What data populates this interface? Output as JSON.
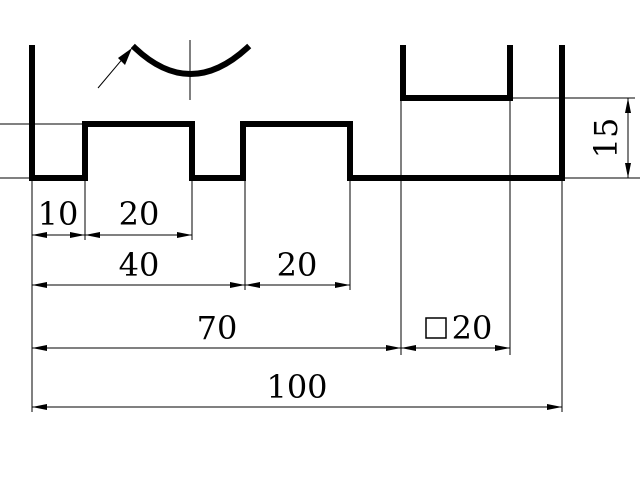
{
  "dimensions": {
    "d10": "10",
    "d20_slot": "20",
    "d40": "40",
    "d20_second": "20",
    "d70": "70",
    "d20_square": "20",
    "d100": "100",
    "d15": "15"
  },
  "colors": {
    "line": "#000000",
    "background": "#ffffff"
  }
}
